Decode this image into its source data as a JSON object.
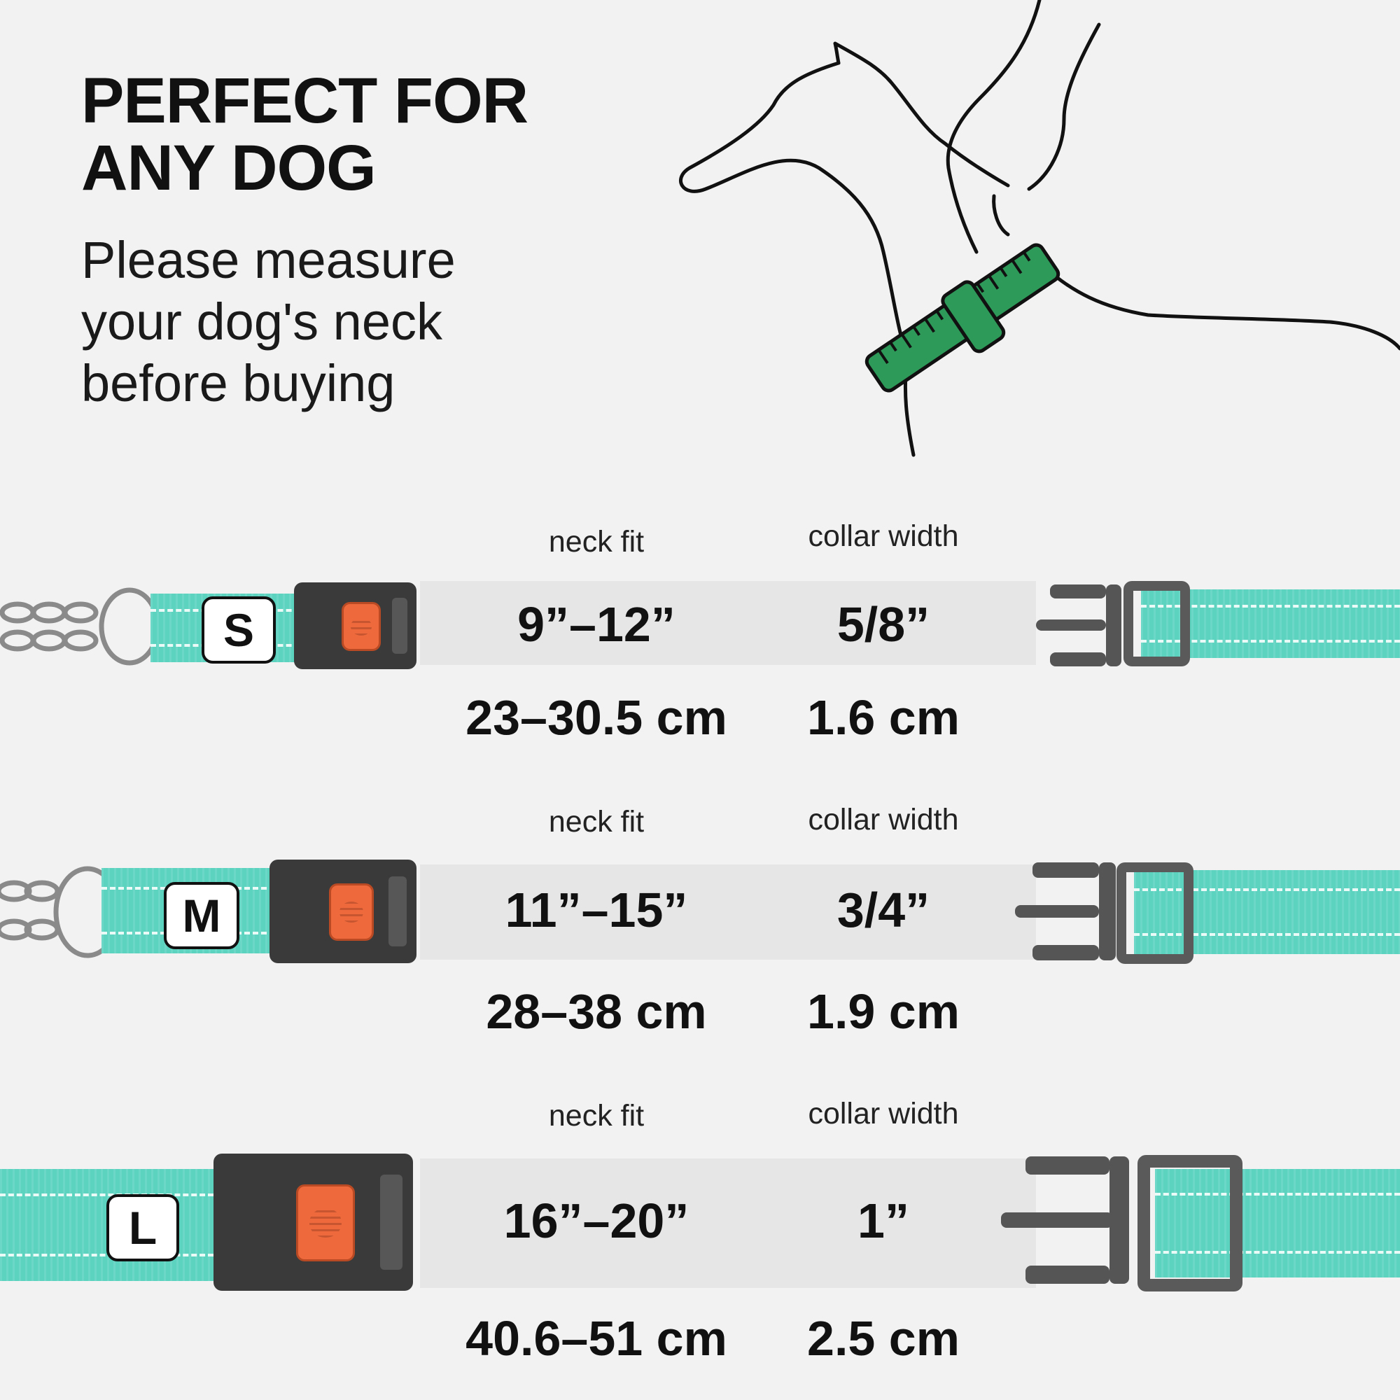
{
  "header": {
    "title": "PERFECT FOR\nANY DOG",
    "subtitle": "Please measure\nyour dog's neck\nbefore buying"
  },
  "illustration": {
    "icon": "dog-neck-measuring-tape-icon",
    "line_color": "#111111",
    "tape_color": "#2e9a5a"
  },
  "colors": {
    "background": "#f2f2f2",
    "band": "#e6e6e6",
    "strap": "#5bd3bf",
    "release_button": "#ee6a3c",
    "buckle": "#3a3a3a"
  },
  "sizes": [
    {
      "size": "S",
      "neck_label": "neck fit",
      "width_label": "collar width",
      "neck_in": "9”–12”",
      "width_in": "5/8”",
      "neck_cm": "23–30.5 cm",
      "width_cm": "1.6 cm"
    },
    {
      "size": "M",
      "neck_label": "neck fit",
      "width_label": "collar width",
      "neck_in": "11”–15”",
      "width_in": "3/4”",
      "neck_cm": "28–38 cm",
      "width_cm": "1.9 cm"
    },
    {
      "size": "L",
      "neck_label": "neck fit",
      "width_label": "collar width",
      "neck_in": "16”–20”",
      "width_in": "1”",
      "neck_cm": "40.6–51 cm",
      "width_cm": "2.5 cm"
    }
  ]
}
